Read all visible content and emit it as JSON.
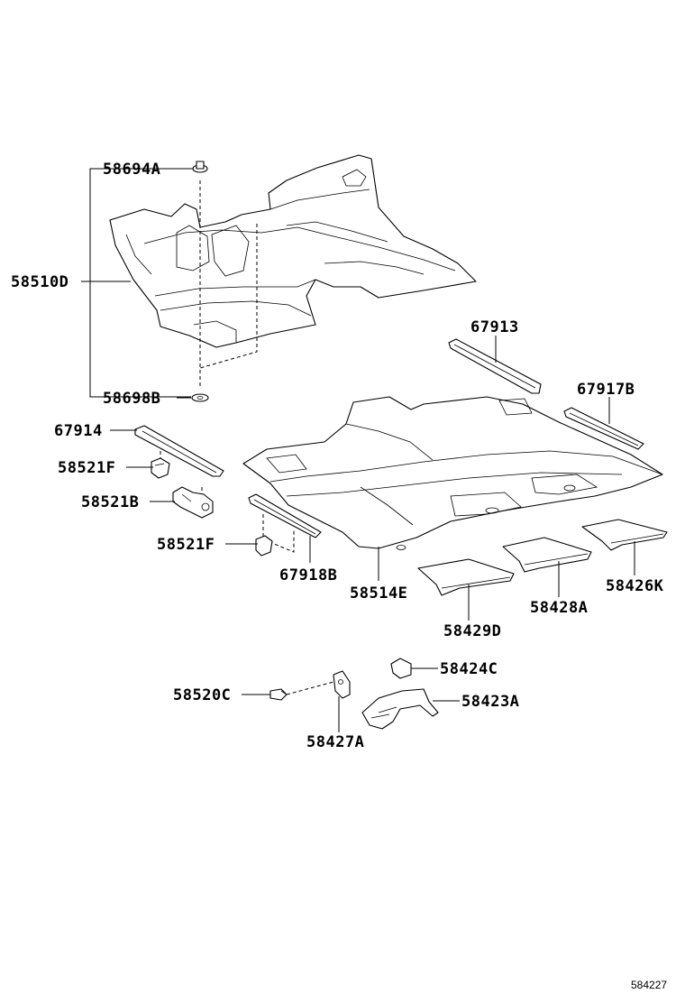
{
  "labels": {
    "p58694A": "58694A",
    "p58510D": "58510D",
    "p58698B": "58698B",
    "p67913": "67913",
    "p67917B": "67917B",
    "p67914": "67914",
    "p58521F_a": "58521F",
    "p58521B": "58521B",
    "p58521F_b": "58521F",
    "p67918B": "67918B",
    "p58514E": "58514E",
    "p58426K": "58426K",
    "p58428A": "58428A",
    "p58429D": "58429D",
    "p58424C": "58424C",
    "p58520C": "58520C",
    "p58423A": "58423A",
    "p58427A": "58427A"
  },
  "reference_code": "584227"
}
